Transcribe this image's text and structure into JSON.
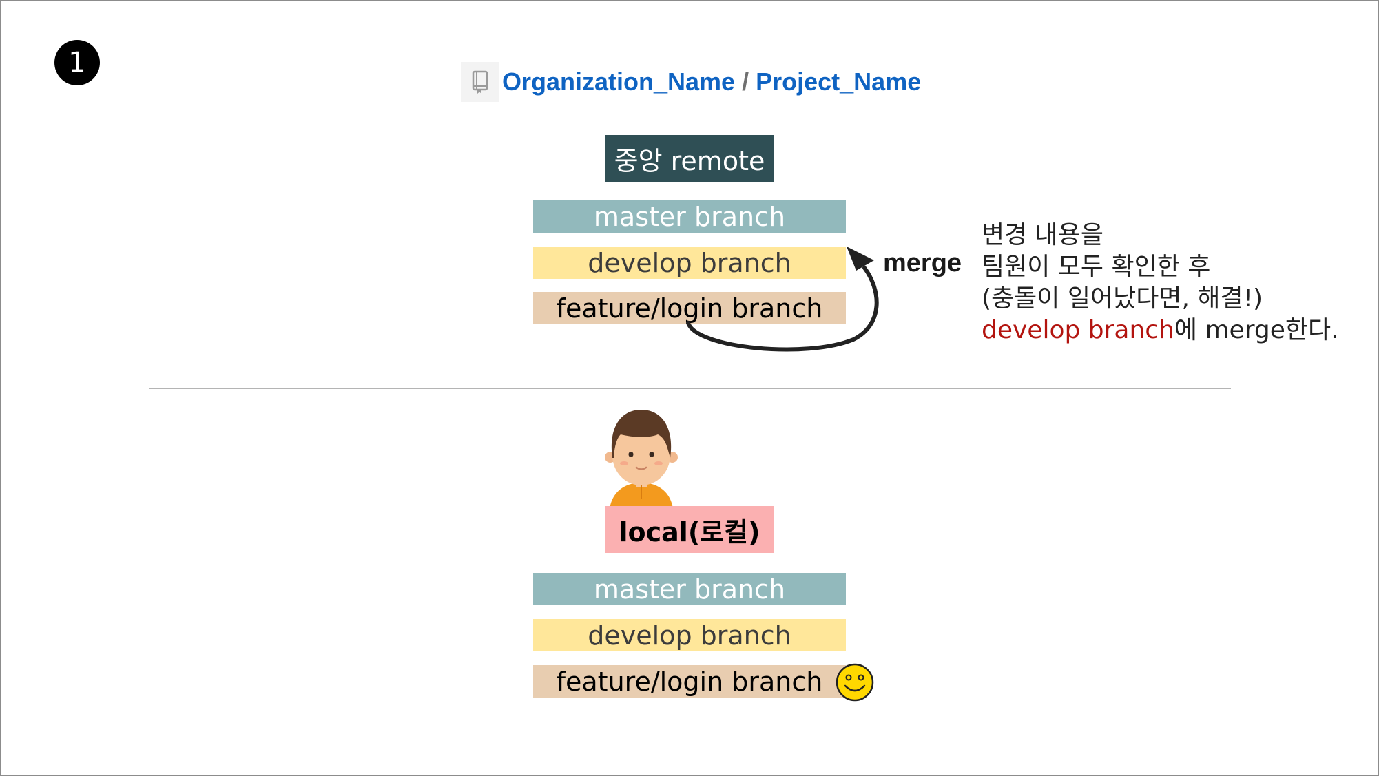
{
  "step_badge": "1",
  "repo": {
    "organization": "Organization_Name",
    "separator": "/",
    "project": "Project_Name",
    "icon": "repo-book-icon"
  },
  "remote": {
    "title": "중앙 remote",
    "branches": [
      "master branch",
      "develop branch",
      "feature/login branch"
    ]
  },
  "merge": {
    "label": "merge",
    "note": {
      "line1": "변경 내용을",
      "line2": "팀원이 모두 확인한 후",
      "line3": "(충돌이 일어났다면, 해결!)",
      "line4_highlight": "develop branch",
      "line4_rest": "에 merge한다."
    }
  },
  "local": {
    "title": "local(로컬)",
    "branches": [
      "master branch",
      "develop branch",
      "feature/login branch"
    ],
    "current_branch_marker": "smiley-face-icon"
  },
  "colors": {
    "remote_header": "#2f4f55",
    "master": "#92b9bc",
    "develop": "#ffe79a",
    "feature": "#e8cdb0",
    "local_header": "#fbb0b1",
    "link": "#0f63c2",
    "highlight": "#b3140f"
  }
}
